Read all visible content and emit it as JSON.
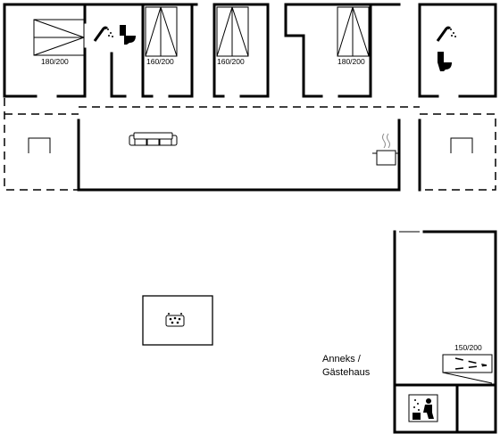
{
  "beds": [
    {
      "label": "180/200"
    },
    {
      "label": "160/200"
    },
    {
      "label": "160/200"
    },
    {
      "label": "180/200"
    },
    {
      "label": "150/200"
    }
  ],
  "annex": {
    "line1": "Anneks /",
    "line2": "Gästehaus"
  },
  "icons": [
    "shower-icon",
    "toilet-icon",
    "sofa-icon",
    "cooking-pot-icon",
    "fireplace-icon",
    "whirlpool-icon",
    "sauna-icon"
  ]
}
